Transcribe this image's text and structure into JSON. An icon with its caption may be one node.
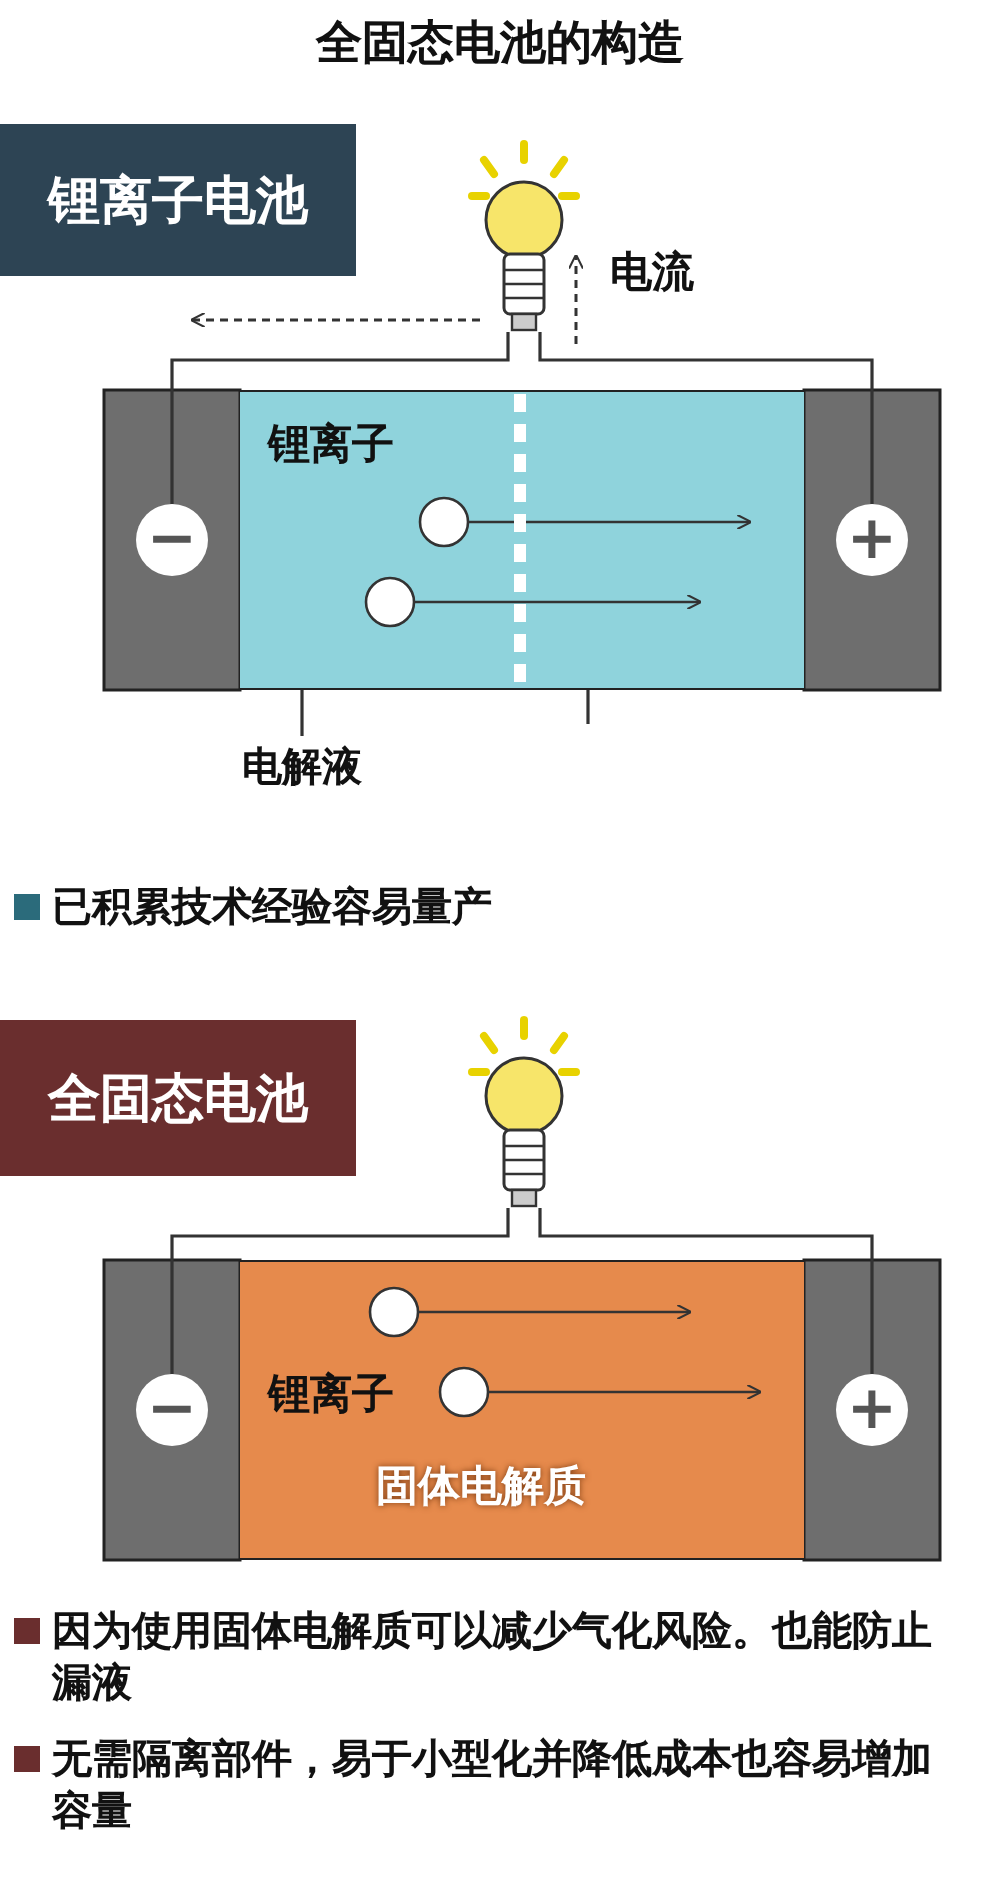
{
  "diagram": {
    "title": "全固态电池的构造",
    "nodes": [
      {
        "text": [
          "锂离子电池"
        ]
      },
      {
        "text": [
          "锂离子"
        ]
      },
      {
        "text": [
          "−"
        ]
      },
      {
        "text": [
          "+"
        ]
      },
      {
        "text": [],
        "shape": "picture"
      },
      {
        "text": [
          "电解液"
        ]
      },
      {
        "text": [
          "全固态电池"
        ]
      },
      {
        "text": [
          "锂离子",
          "固体电解质"
        ]
      },
      {
        "text": [
          "−"
        ]
      },
      {
        "text": [
          "+"
        ]
      },
      {
        "text": [],
        "shape": "picture"
      },
      {
        "text": [],
        "shape": "bar",
        "in": 1
      }
    ],
    "edges": [
      {
        "from": 2,
        "to": 4,
        "arrow": "none"
      },
      {
        "from": 4,
        "to": 3,
        "arrow": "none"
      },
      {
        "from": 5,
        "to": 1,
        "arrow": "none"
      },
      {
        "from": 8,
        "to": 10,
        "arrow": "none"
      },
      {
        "from": 10,
        "to": 9,
        "arrow": "none"
      },
      {
        "from": 11,
        "to": null,
        "arrow": "none"
      }
    ],
    "labels": [
      "电流",
      "已积累技术经验容易量产",
      "因为使用固体电解质可以减少气化风险。也能防止漏液",
      "无需隔离部件，易于小型化并降低成本也容易增加容量"
    ]
  }
}
